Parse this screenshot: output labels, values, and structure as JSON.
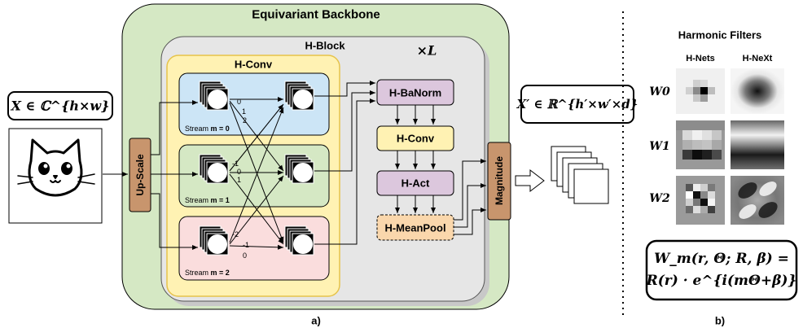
{
  "backbone": {
    "title": "Equivariant Backbone"
  },
  "hblock": {
    "title": "H-Block",
    "repeat": "×L"
  },
  "hconv_group": {
    "title": "H-Conv",
    "streams": [
      {
        "prefix": "Stream ",
        "m_label": "m = 0"
      },
      {
        "prefix": "Stream ",
        "m_label": "m = 1"
      },
      {
        "prefix": "Stream ",
        "m_label": "m = 2"
      }
    ],
    "edge_labels": [
      "0",
      "1",
      "2",
      "-1",
      "0",
      "1",
      "-2",
      "-1",
      "0"
    ]
  },
  "input": {
    "formula": "X ∈ ℂ^{h×w}",
    "image": "cat-face-icon"
  },
  "upscale": {
    "label": "Up-Scale"
  },
  "pipeline": {
    "banorm": "H-BaNorm",
    "conv": "H-Conv",
    "act": "H-Act",
    "meanpool": "H-MeanPool",
    "magnitude": "Magnitude"
  },
  "output": {
    "formula": "X′ ∈ ℝ^{h′×w′×d}"
  },
  "panel_labels": {
    "a": "a)",
    "b": "b)"
  },
  "filters": {
    "title": "Harmonic Filters",
    "col_hnets": "H-Nets",
    "col_hnext": "H-NeXt",
    "rows": [
      "W0",
      "W1",
      "W2"
    ]
  },
  "equation": {
    "line1": "W_m(r, Θ; R, β) =",
    "line2": "R(r) · e^{i(mΘ+β)}"
  },
  "colors": {
    "backbone_fill": "#d5e8c4",
    "hblock_fill": "#e6e6e6",
    "hconv_fill": "#fff2b3",
    "stream0": "#cce5f6",
    "stream1": "#d5e8c4",
    "stream2": "#fadddd",
    "purple": "#dcc7dd",
    "brown": "#c8956d",
    "peach": "#fad7ac"
  }
}
